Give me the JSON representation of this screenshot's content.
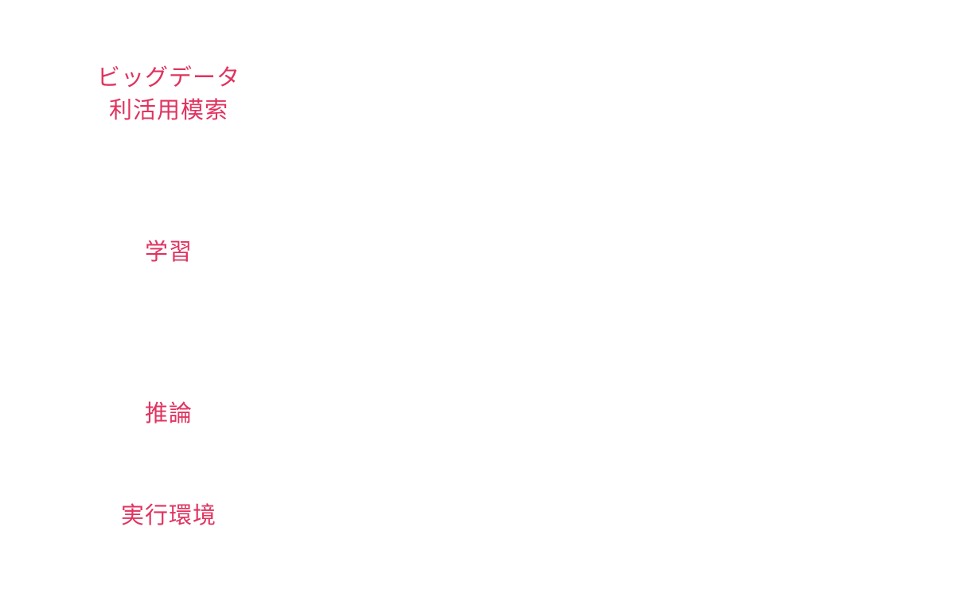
{
  "colors": {
    "background": "#ffffff",
    "label_text": "#e0335f"
  },
  "stages": [
    {
      "lines": [
        "ビッグデータ",
        "利活用模索"
      ]
    },
    {
      "lines": [
        "学習"
      ]
    },
    {
      "lines": [
        "推論"
      ]
    },
    {
      "lines": [
        "実行環境"
      ]
    }
  ]
}
